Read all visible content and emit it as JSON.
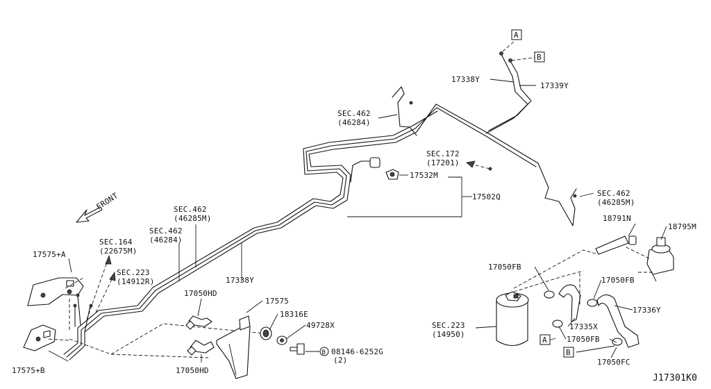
{
  "diagram_id": "J17301K0",
  "front_label": "FRONT",
  "refs": {
    "A": "A",
    "B": "B"
  },
  "labels": {
    "p17338y_top": "17338Y",
    "p17339y": "17339Y",
    "sec462_top": "SEC.462",
    "sec462_top_sub": "(46284)",
    "sec172": "SEC.172",
    "sec172_sub": "(17201)",
    "p17532m": "17532M",
    "p17502q": "17502Q",
    "sec462_right": "SEC.462",
    "sec462_right_sub": "(46285M)",
    "sec462_mid1": "SEC.462",
    "sec462_mid1_sub": "(46285M)",
    "sec462_mid2": "SEC.462",
    "sec462_mid2_sub": "(46284)",
    "sec164": "SEC.164",
    "sec164_sub": "(22675M)",
    "sec223_left": "SEC.223",
    "sec223_left_sub": "(14912R)",
    "p17338y_mid": "17338Y",
    "p17575a": "17575+A",
    "p17575b": "17575+B",
    "p17050hd_top": "17050HD",
    "p17050hd_bot": "17050HD",
    "p17575": "17575",
    "p18316e": "18316E",
    "p49728x": "49728X",
    "p08146": "08146-6252G",
    "p08146_qty": "(2)",
    "bolt_mark": "B",
    "p18791n": "18791N",
    "p18795m": "18795M",
    "p17050fb_1": "17050FB",
    "p17050fb_2": "17050FB",
    "p17050fb_3": "17050FB",
    "p17336y": "17336Y",
    "p17335x": "17335X",
    "sec223_right": "SEC.223",
    "sec223_right_sub": "(14950)",
    "p17050fc": "17050FC"
  }
}
